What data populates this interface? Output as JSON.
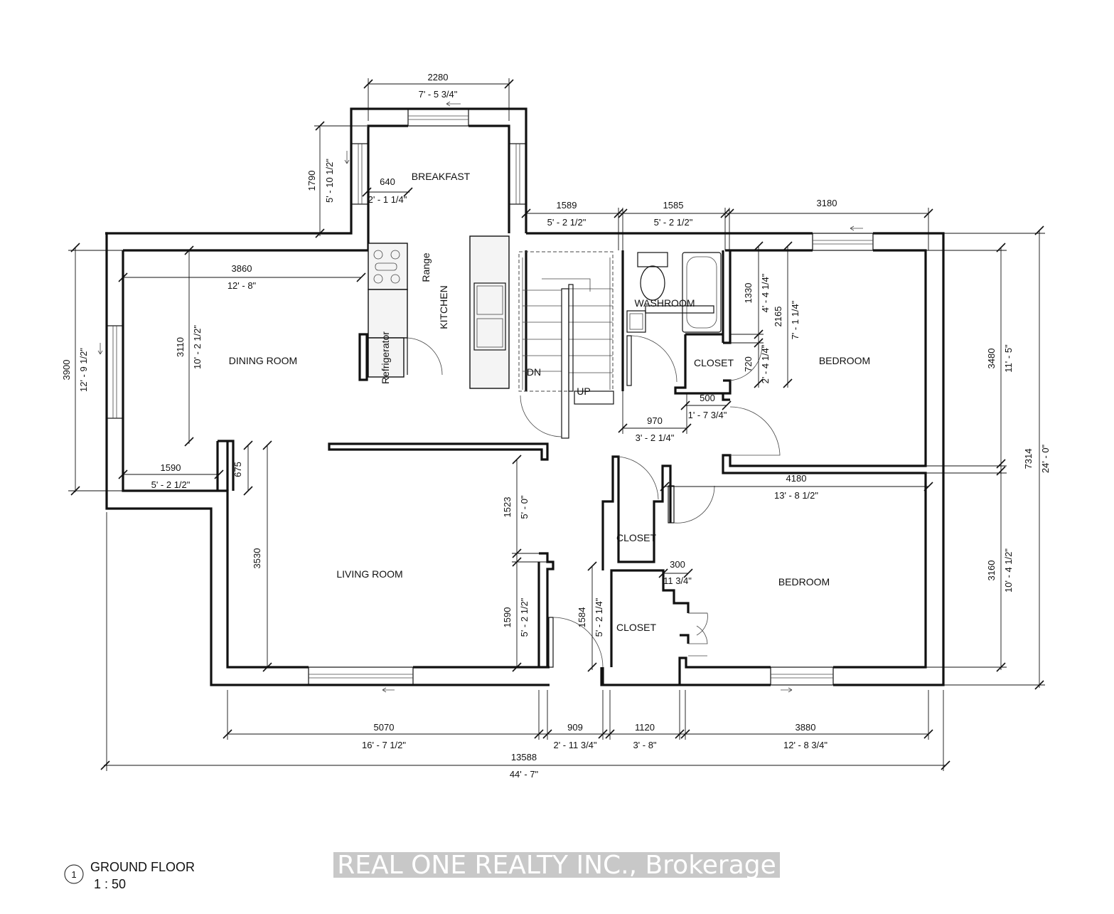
{
  "rooms": {
    "breakfast": "BREAKFAST",
    "kitchen": "KITCHEN",
    "dining_room": "DINING ROOM",
    "living_room": "LIVING ROOM",
    "washroom": "WASHROOM",
    "closet_washroom": "CLOSET",
    "bedroom_upper": "BEDROOM",
    "closet_hall": "CLOSET",
    "closet_lower": "CLOSET",
    "bedroom_lower": "BEDROOM"
  },
  "fixtures": {
    "range": "Range",
    "refrigerator": "Refrigerator",
    "stair_down": "DN",
    "stair_up": "UP"
  },
  "dimensions": {
    "breakfast_width_mm": "2280",
    "breakfast_width_ft": "7' - 5 3/4\"",
    "breakfast_depth_mm": "1790",
    "breakfast_depth_ft": "5' - 10 1/2\"",
    "kitchen_inset_mm": "640",
    "kitchen_inset_ft": "2' - 1 1/4\"",
    "stair_mm": "1589",
    "stair_ft": "5' - 2 1/2\"",
    "washroom_mm": "1585",
    "washroom_ft": "5' - 2 1/2\"",
    "bedroom_top_mm": "3180",
    "dining_width_mm": "3860",
    "dining_width_ft": "12' - 8\"",
    "dining_depth_mm": "3110",
    "dining_depth_ft": "10' - 2 1/2\"",
    "overall_left_mm": "3900",
    "overall_left_ft": "12' - 9 1/2\"",
    "bedroom_upper_mm": "1330",
    "bedroom_upper_ft": "4' - 4 1/4\"",
    "bedroom_upper2_mm": "2165",
    "bedroom_upper2_ft": "7' - 1 1/4\"",
    "closet_mm": "720",
    "closet_ft": "2' - 4 1/4\"",
    "door_mm": "500",
    "door_ft": "1' - 7 3/4\"",
    "hall_mm": "970",
    "hall_ft": "3' - 2 1/4\"",
    "bedroom_right_mm": "3480",
    "bedroom_right_ft": "11' - 5\"",
    "total_depth_mm": "7314",
    "total_depth_ft": "24' - 0\"",
    "dining_bottom_mm": "1590",
    "dining_bottom_ft": "5' - 2 1/2\"",
    "step_mm": "675",
    "bedroom_lower_width_mm": "4180",
    "bedroom_lower_width_ft": "13' - 8 1/2\"",
    "living_upper_mm": "1523",
    "living_upper_ft": "5' - 0\"",
    "living_depth_mm": "3530",
    "living_lower_mm": "1590",
    "living_lower_ft": "5' - 2 1/2\"",
    "closet_lower_mm": "1584",
    "closet_lower_ft": "5' - 2 1/4\"",
    "closet_inset_mm": "300",
    "closet_inset_ft": "11 3/4\"",
    "bedroom_lower_depth_mm": "3160",
    "bedroom_lower_depth_ft": "10' - 4 1/2\"",
    "living_width_mm": "5070",
    "living_width_ft": "16' - 7 1/2\"",
    "hall_width_mm": "909",
    "hall_width_ft": "2' - 11 3/4\"",
    "closet_width_mm": "1120",
    "closet_width_ft": "3' - 8\"",
    "bedroom_lower_width2_mm": "3880",
    "bedroom_lower_width2_ft": "12' - 8 3/4\"",
    "overall_width_mm": "13588",
    "overall_width_ft": "44' - 7\""
  },
  "title_block": {
    "view_number": "1",
    "title": "GROUND FLOOR",
    "scale": "1 : 50"
  },
  "watermark": "REAL ONE REALTY INC., Brokerage"
}
